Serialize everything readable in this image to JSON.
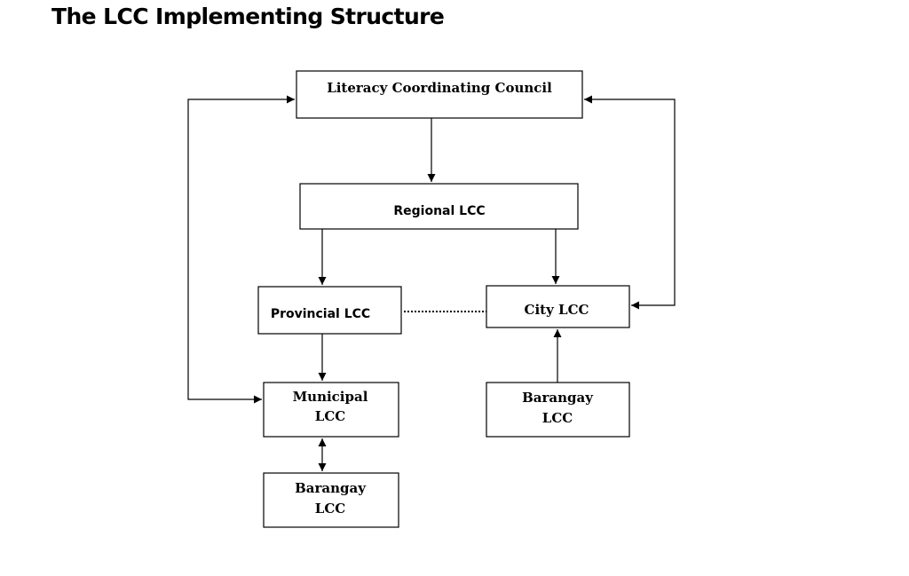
{
  "title": "The LCC Implementing Structure",
  "nodes": {
    "literacy_council": [
      "Literacy Coordinating Council"
    ],
    "regional": [
      "Regional LCC"
    ],
    "provincial": [
      "Provincial LCC"
    ],
    "city": [
      "City LCC"
    ],
    "municipal": [
      "Municipal",
      "LCC"
    ],
    "barangay_city": [
      "Barangay",
      "LCC"
    ],
    "barangay_municipal": [
      "Barangay",
      "LCC"
    ]
  },
  "edges": [
    {
      "from": "literacy_council",
      "to": "regional",
      "style": "arrow"
    },
    {
      "from": "regional",
      "to": "provincial",
      "style": "arrow"
    },
    {
      "from": "regional",
      "to": "city",
      "style": "arrow"
    },
    {
      "from": "provincial",
      "to": "municipal",
      "style": "arrow"
    },
    {
      "from": "barangay_city",
      "to": "city",
      "style": "arrow"
    },
    {
      "from": "municipal",
      "to": "barangay_municipal",
      "style": "double-arrow"
    },
    {
      "from": "provincial",
      "to": "city",
      "style": "dotted"
    },
    {
      "from": "municipal",
      "to": "literacy_council",
      "style": "double-arrow"
    },
    {
      "from": "city",
      "to": "literacy_council",
      "style": "double-arrow"
    }
  ]
}
